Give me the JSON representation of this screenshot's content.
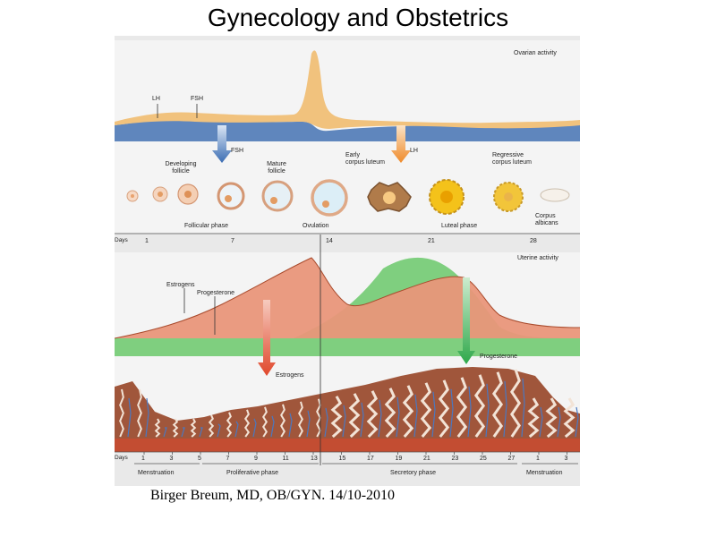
{
  "page": {
    "title": "Gynecology and Obstetrics",
    "footer": "Birger Breum, MD, OB/GYN. 14/10-2010"
  },
  "figure": {
    "ovarian": {
      "header": "Ovarian activity",
      "hormone_labels": {
        "lh": "LH",
        "fsh": "FSH"
      },
      "arrow_labels": {
        "fsh": "FSH",
        "lh": "LH"
      },
      "follicle_labels": {
        "developing": [
          "Developing",
          "follicle"
        ],
        "mature": [
          "Mature",
          "follicle"
        ],
        "early_cl": [
          "Early",
          "corpus luteum"
        ],
        "regressive_cl": [
          "Regressive",
          "corpus luteum"
        ],
        "albicans": [
          "Corpus",
          "albicans"
        ]
      },
      "phase_labels": {
        "follicular": "Follicular phase",
        "ovulation": "Ovulation",
        "luteal": "Luteal phase"
      },
      "days_label": "Days",
      "days": [
        "1",
        "7",
        "14",
        "21",
        "28"
      ]
    },
    "uterine": {
      "header": "Uterine activity",
      "hormone_labels": {
        "estrogens": "Estrogens",
        "progesterone": "Progesterone"
      },
      "arrow_labels": {
        "estrogens": "Estrogens",
        "progesterone": "Progesterone"
      },
      "days_label": "Days",
      "days": [
        "1",
        "3",
        "5",
        "7",
        "9",
        "11",
        "13",
        "15",
        "17",
        "19",
        "21",
        "23",
        "25",
        "27",
        "1",
        "3"
      ],
      "phase_labels": {
        "menstruation1": "Menstruation",
        "proliferative": "Proliferative phase",
        "secretory": "Secretory phase",
        "menstruation2": "Menstruation"
      }
    },
    "colors": {
      "fsh_blue": "#5f86bd",
      "lh_orange": "#f1c27d",
      "estrogen": "#e9967a",
      "progesterone": "#7fcf7f",
      "arrow_blue": "#3b6db3",
      "arrow_orange": "#ef8a2a",
      "arrow_red": "#e0472b",
      "arrow_green": "#2ea84a",
      "endometrium": "#a0563b"
    }
  }
}
